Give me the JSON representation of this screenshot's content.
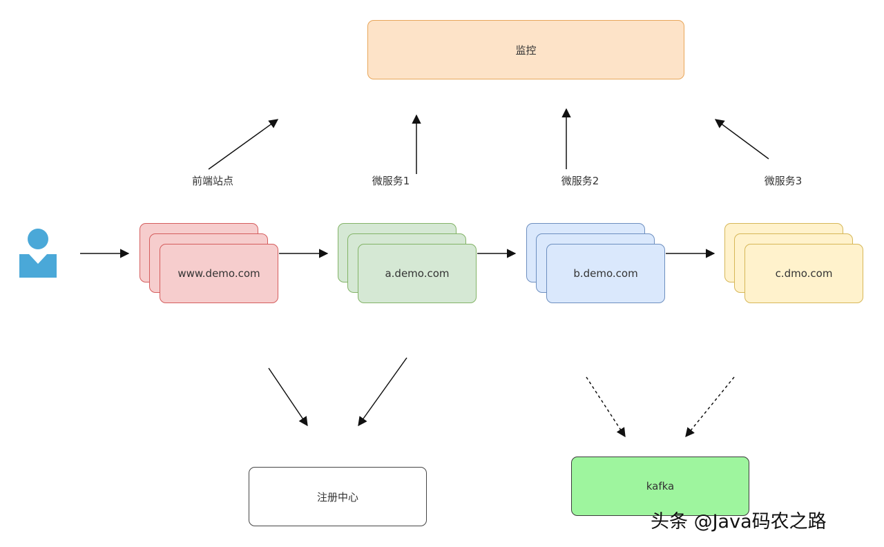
{
  "nodes": {
    "monitor": "监控",
    "frontend_site": "前端站点",
    "micro1": "微服务1",
    "micro2": "微服务2",
    "micro3": "微服务3",
    "www": "www.demo.com",
    "a": "a.demo.com",
    "b": "b.demo.com",
    "c": "c.dmo.com",
    "registry": "注册中心",
    "kafka": "kafka"
  },
  "colors": {
    "monitor_fill": "#fde3c8",
    "monitor_border": "#e8a659",
    "www_fill": "#f6cdcd",
    "www_border": "#d45c5c",
    "a_fill": "#d5e8d4",
    "a_border": "#82b366",
    "b_fill": "#dae8fc",
    "b_border": "#6c8ebf",
    "c_fill": "#fff2cc",
    "c_border": "#d6b656",
    "kafka_fill": "#9ef59e",
    "kafka_border": "#3a3a3a",
    "user_icon": "#4aa8d8"
  },
  "icons": {
    "user": "user-icon"
  },
  "watermark": "头条 @Java码农之路"
}
